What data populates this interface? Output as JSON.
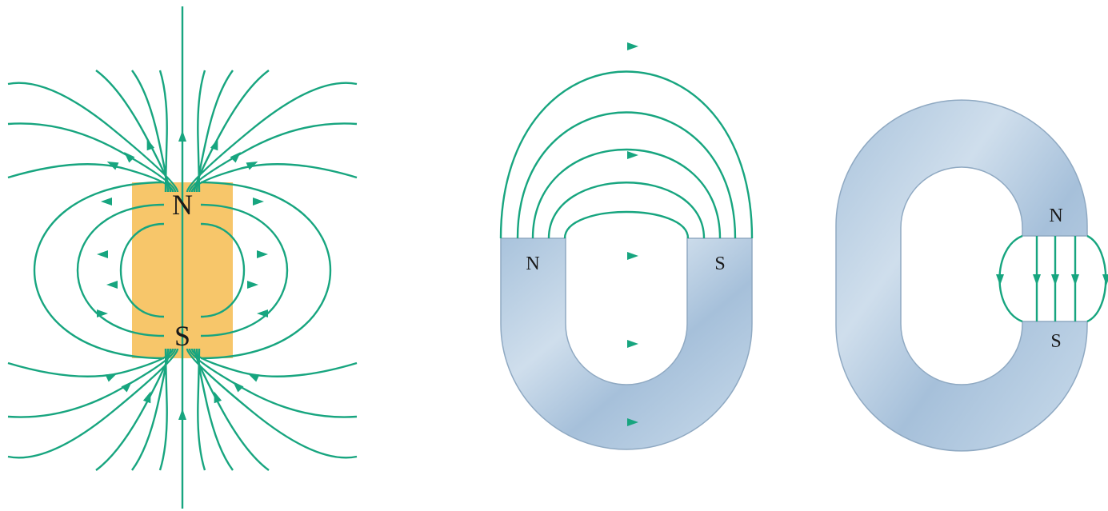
{
  "colors": {
    "field_line": "#17a57f",
    "bar_magnet": "#f7c66a",
    "magnet_body": "#b4cde3",
    "magnet_edge": "#8fa9c2"
  },
  "bar_magnet": {
    "north_label": "N",
    "south_label": "S"
  },
  "horseshoe_magnet": {
    "north_label": "N",
    "south_label": "S"
  },
  "closed_magnet": {
    "north_label": "N",
    "south_label": "S"
  }
}
